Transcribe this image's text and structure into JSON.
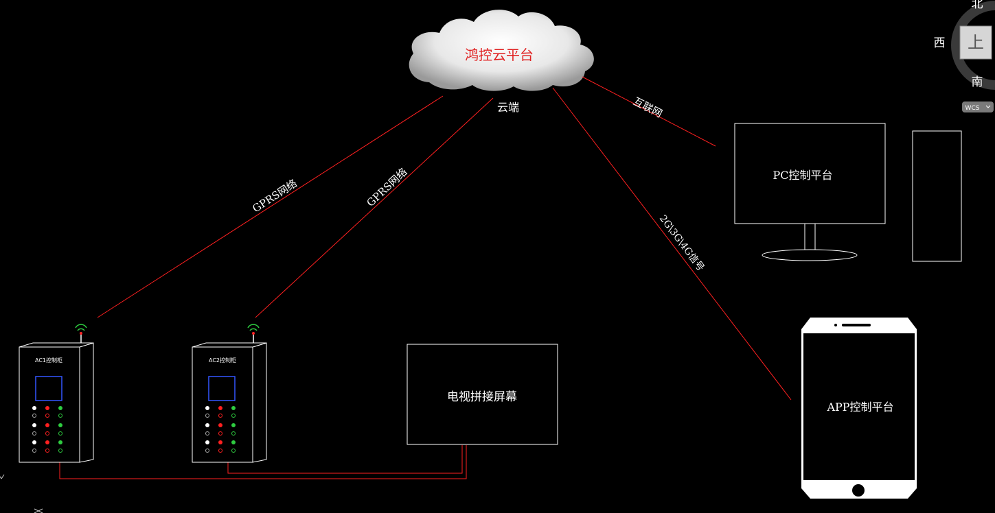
{
  "cloud": {
    "title": "鸿控云平台",
    "subtitle": "云端",
    "title_color": "#e02020"
  },
  "links": {
    "gprs_1": "GPRS网络",
    "gprs_2": "GPRS网络",
    "internet": "互联网",
    "mobile_signal": "2G\\3G\\4G信号"
  },
  "cabinets": [
    {
      "label": "AC1控制柜"
    },
    {
      "label": "AC2控制柜"
    }
  ],
  "tv_wall": {
    "label": "电视拼接屏幕"
  },
  "pc": {
    "label": "PC控制平台"
  },
  "phone": {
    "label": "APP控制平台"
  },
  "viewcube": {
    "north": "北",
    "west": "西",
    "south": "南",
    "top": "上",
    "wcs": "WCS"
  },
  "colors": {
    "link": "#ff2020",
    "outline": "#ffffff",
    "background": "#000000"
  }
}
